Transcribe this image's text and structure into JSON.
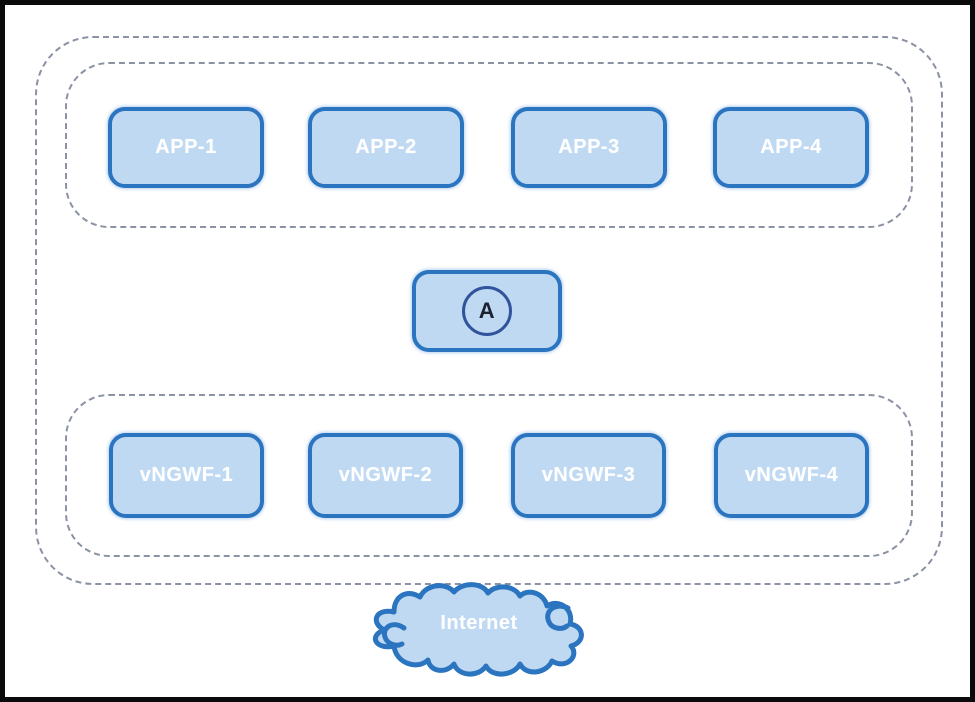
{
  "colors": {
    "frame_border": "#0A0A0A",
    "zone_dash": "#8A92A4",
    "node_fill": "#BFD9F3",
    "node_border": "#2B74C0",
    "node_label_text": "#FFFFFF",
    "badge_ring": "#31539B",
    "badge_text": "#1B2230",
    "cloud_fill": "#BFD9F3",
    "cloud_border": "#2B74C0"
  },
  "zones": {
    "app_tier": {
      "nodes": [
        {
          "label": "APP-1"
        },
        {
          "label": "APP-2"
        },
        {
          "label": "APP-3"
        },
        {
          "label": "APP-4"
        }
      ]
    },
    "firewall_tier": {
      "nodes": [
        {
          "label": "vNGWF-1"
        },
        {
          "label": "vNGWF-2"
        },
        {
          "label": "vNGWF-3"
        },
        {
          "label": "vNGWF-4"
        }
      ]
    }
  },
  "middle_node": {
    "badge_label": "A"
  },
  "internet": {
    "label": "Internet"
  }
}
